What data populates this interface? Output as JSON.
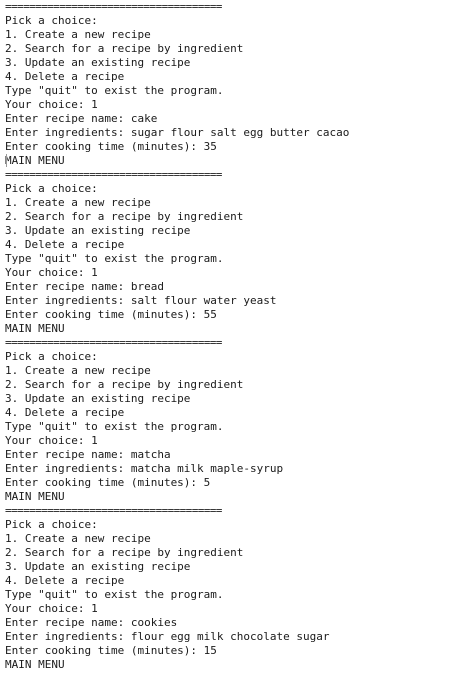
{
  "separator": "====================================",
  "menu": {
    "prompt": "Pick a choice:",
    "options": [
      "1. Create a new recipe",
      "2. Search for a recipe by ingredient",
      "3. Update an existing recipe",
      "4. Delete a recipe"
    ],
    "quit_hint": "Type \"quit\" to exist the program."
  },
  "blocks": [
    {
      "choice": "Your choice: 1",
      "recipe_name": "Enter recipe name: cake",
      "ingredients": "Enter ingredients: sugar flour salt egg butter cacao",
      "cooking_time": "Enter cooking time (minutes): 35",
      "footer": "MAIN MENU"
    },
    {
      "choice": "Your choice: 1",
      "recipe_name": "Enter recipe name: bread",
      "ingredients": "Enter ingredients: salt flour water yeast",
      "cooking_time": "Enter cooking time (minutes): 55",
      "footer": "MAIN MENU"
    },
    {
      "choice": "Your choice: 1",
      "recipe_name": "Enter recipe name: matcha",
      "ingredients": "Enter ingredients: matcha milk maple-syrup",
      "cooking_time": "Enter cooking time (minutes): 5",
      "footer": "MAIN MENU"
    },
    {
      "choice": "Your choice: 1",
      "recipe_name": "Enter recipe name: cookies",
      "ingredients": "Enter ingredients: flour egg milk chocolate sugar",
      "cooking_time": "Enter cooking time (minutes): 15",
      "footer": "MAIN MENU"
    }
  ]
}
